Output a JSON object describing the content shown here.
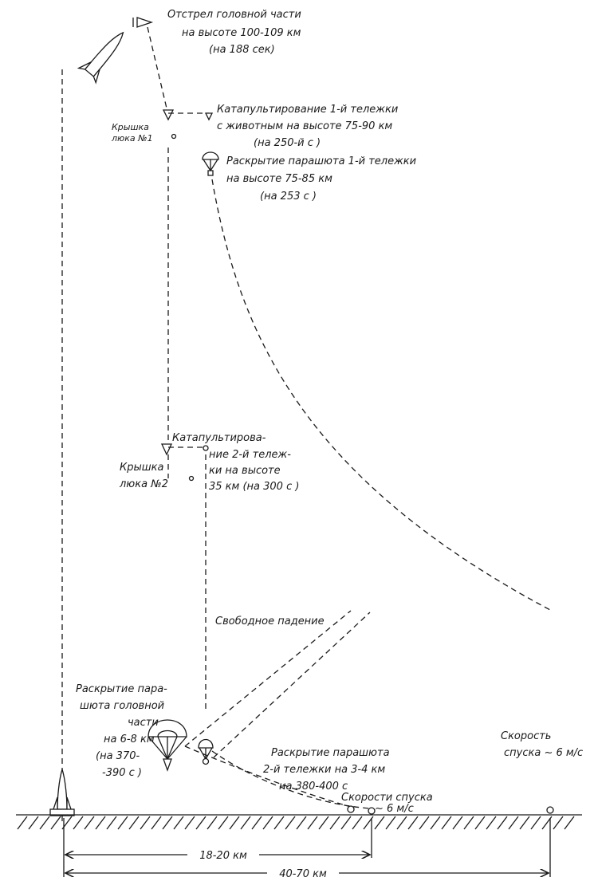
{
  "labels": {
    "nose_separation": [
      "Отстрел головной части",
      "на высоте 100-109 км",
      "(на 188 сек)"
    ],
    "hatch_cover_1": [
      "Крышка",
      "люка №1"
    ],
    "cart1_ejection": [
      "Катапультирование 1-й тележки",
      "с животным на высоте 75-90 км",
      "(на 250-й с )"
    ],
    "cart1_parachute": [
      "Раскрытие парашюта 1-й тележки",
      "на высоте 75-85 км",
      "(на 253 с )"
    ],
    "cart2_ejection": [
      "Катапультирова-",
      "ние 2-й тележ-",
      "ки на высоте",
      "35 км (на 300 с )"
    ],
    "hatch_cover_2": [
      "Крышка",
      "люка №2"
    ],
    "free_fall": "Свободное падение",
    "nose_parachute": [
      "Раскрытие пара-",
      "шюта головной",
      "части",
      "на 6-8 км",
      "(на 370-",
      "-390 с )"
    ],
    "cart2_parachute": [
      "Раскрытие парашюта",
      "2-й тележки на 3-4 км",
      "на 380-400 с"
    ],
    "descent_speed_cart1": [
      "Скорость",
      "спуска ~ 6 м/с"
    ],
    "descent_speed_cart2": [
      "Скорости спуска",
      "~ 6 м/с"
    ]
  },
  "distances": {
    "near": "18-20 км",
    "far": "40-70 км"
  }
}
